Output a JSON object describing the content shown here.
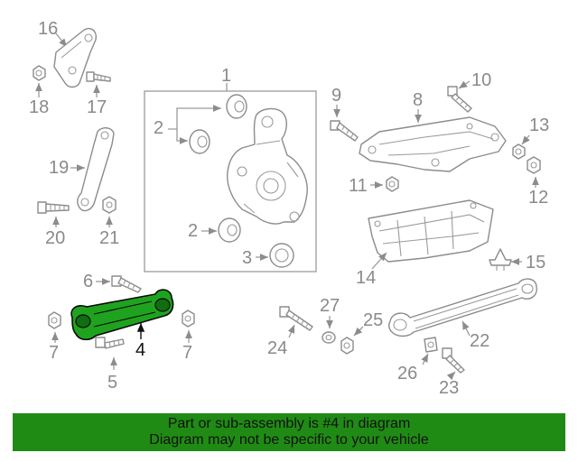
{
  "callouts": {
    "c1": "1",
    "c2a": "2",
    "c2b": "2",
    "c3": "3",
    "c4": "4",
    "c5": "5",
    "c6": "6",
    "c7a": "7",
    "c7b": "7",
    "c8": "8",
    "c9": "9",
    "c10": "10",
    "c11": "11",
    "c12": "12",
    "c13": "13",
    "c14": "14",
    "c15": "15",
    "c16": "16",
    "c17": "17",
    "c18": "18",
    "c19": "19",
    "c20": "20",
    "c21": "21",
    "c22": "22",
    "c23": "23",
    "c24": "24",
    "c25": "25",
    "c26": "26",
    "c27": "27"
  },
  "highlighted_part": "4",
  "colors": {
    "highlight": "#1fa31f",
    "banner": "#208b14",
    "line": "#8c8c8c"
  },
  "banner": {
    "line1": "Part or sub-assembly is #4 in diagram",
    "line2": "Diagram may not be specific to your vehicle"
  }
}
